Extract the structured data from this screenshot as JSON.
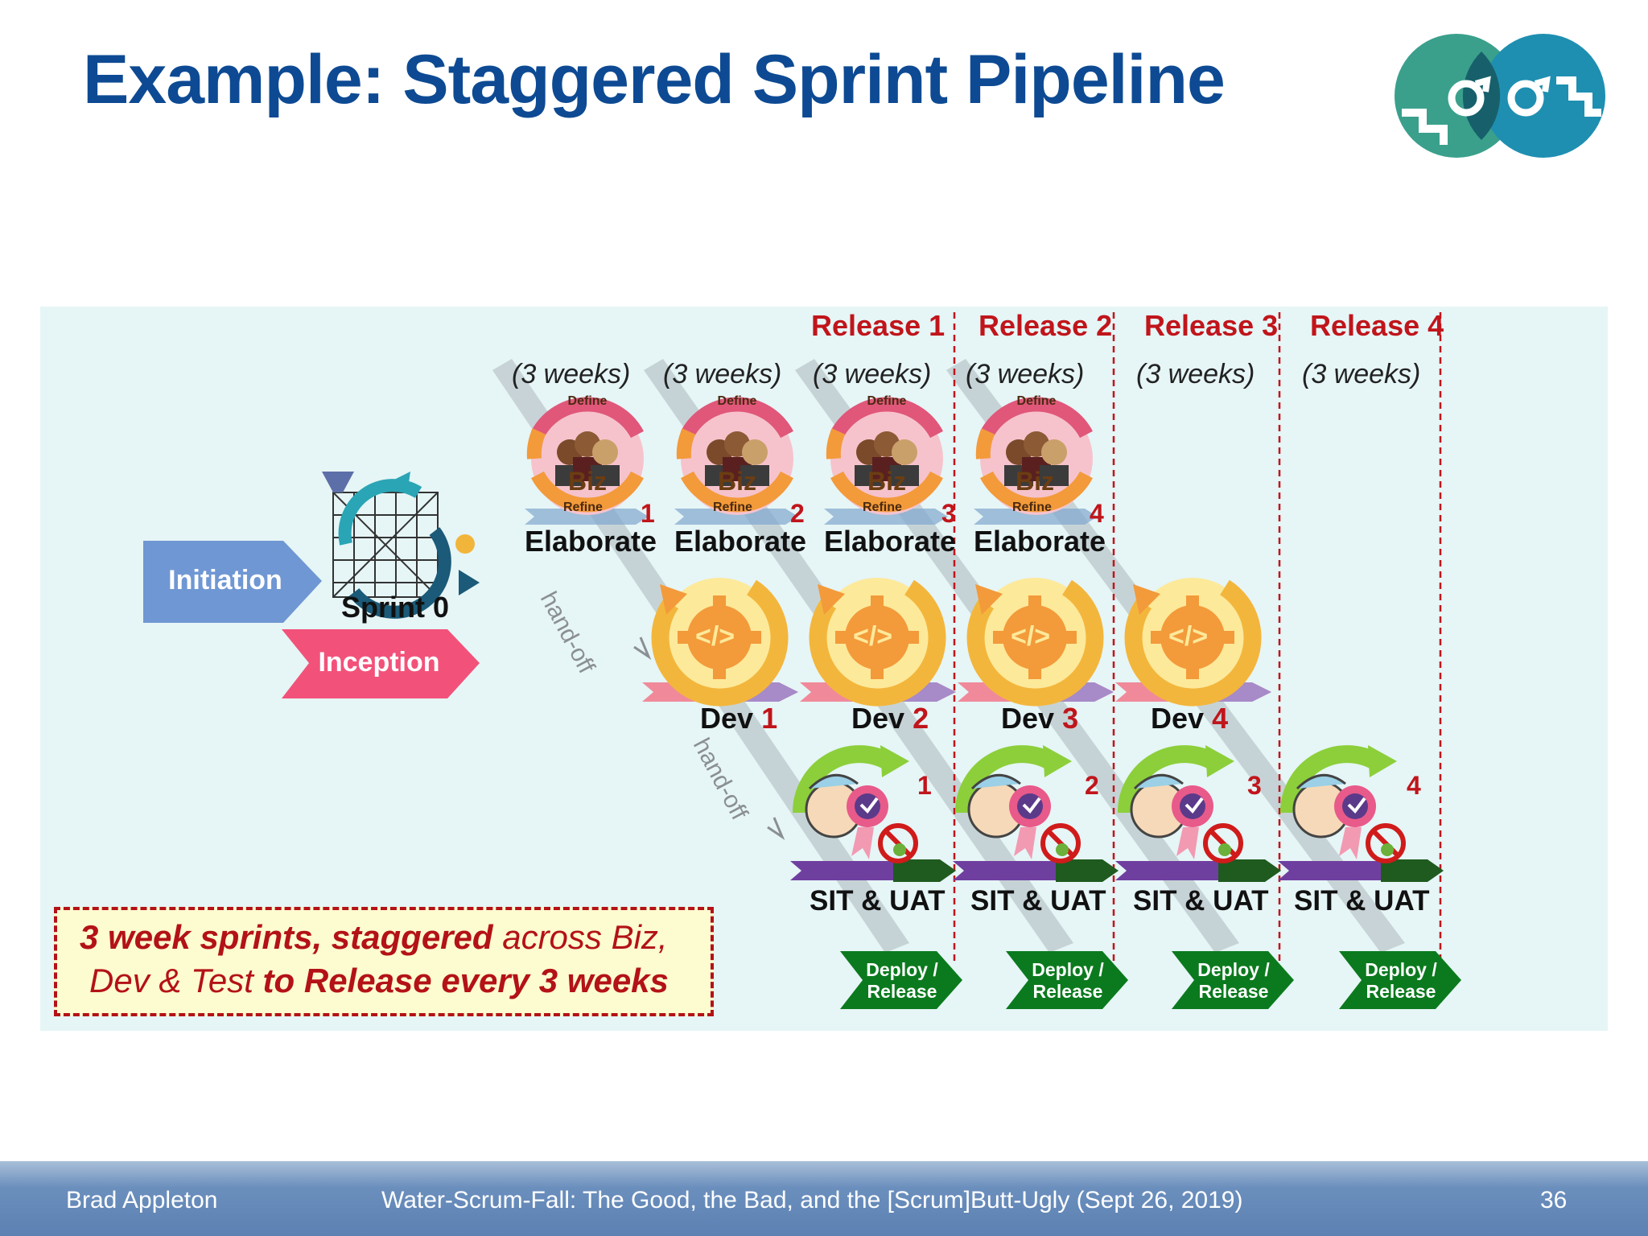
{
  "title": "Example: Staggered Sprint Pipeline",
  "colors": {
    "title": "#0d4a93",
    "release_red": "#c0151b",
    "initiation": "#6f97d3",
    "inception": "#f2527a",
    "deploy_green": "#0b7a1e",
    "callout_bg": "#fdfbd0"
  },
  "releases": [
    "Release 1",
    "Release 2",
    "Release 3",
    "Release 4"
  ],
  "weeks": [
    "(3 weeks)",
    "(3 weeks)",
    "(3 weeks)",
    "(3 weeks)",
    "(3 weeks)",
    "(3 weeks)"
  ],
  "initiation": "Initiation",
  "inception": "Inception",
  "sprint0": "Sprint 0",
  "biz": {
    "label": "Biz",
    "top": "Define",
    "bottom": "Refine",
    "stage": "Elaborate",
    "numbers": [
      "1",
      "2",
      "3",
      "4"
    ]
  },
  "dev": {
    "label": "Dev",
    "icon": "</>",
    "numbers": [
      "1",
      "2",
      "3",
      "4"
    ]
  },
  "test": {
    "label": "SIT & UAT",
    "numbers": [
      "1",
      "2",
      "3",
      "4"
    ]
  },
  "deploy": [
    "Deploy /",
    "Release"
  ],
  "handoff": "hand-off",
  "callout": {
    "l1_bold": "3 week sprints, staggered",
    "l1_rest": " across Biz,",
    "l2_italic": "Dev & Test ",
    "l2_bold": "to Release every 3 weeks"
  },
  "footer": {
    "author": "Brad Appleton",
    "talk": "Water-Scrum-Fall: The Good, the Bad, and the [Scrum]Butt-Ugly (Sept 26, 2019)",
    "page": "36"
  }
}
